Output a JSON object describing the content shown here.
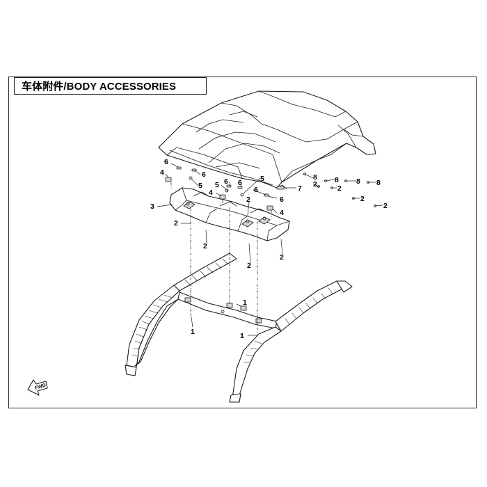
{
  "title": "车体附件/BODY ACCESSORIES",
  "direction_marker": "FWD",
  "callouts": [
    {
      "id": "c6a",
      "label": "6"
    },
    {
      "id": "c4a",
      "label": "4"
    },
    {
      "id": "c6b",
      "label": "6"
    },
    {
      "id": "c5a",
      "label": "5"
    },
    {
      "id": "c5b",
      "label": "5"
    },
    {
      "id": "c6c",
      "label": "6"
    },
    {
      "id": "c6d",
      "label": "6"
    },
    {
      "id": "c4b",
      "label": "4"
    },
    {
      "id": "c5c",
      "label": "5"
    },
    {
      "id": "c6e",
      "label": "6"
    },
    {
      "id": "c6f",
      "label": "6"
    },
    {
      "id": "c4c",
      "label": "4"
    },
    {
      "id": "c3",
      "label": "3"
    },
    {
      "id": "c2a",
      "label": "2"
    },
    {
      "id": "c2b",
      "label": "2"
    },
    {
      "id": "c2c",
      "label": "2"
    },
    {
      "id": "c2d",
      "label": "2"
    },
    {
      "id": "c2e",
      "label": "2"
    },
    {
      "id": "c7",
      "label": "7"
    },
    {
      "id": "c8a",
      "label": "8"
    },
    {
      "id": "c2f",
      "label": "2"
    },
    {
      "id": "c8b",
      "label": "8"
    },
    {
      "id": "c2g",
      "label": "2"
    },
    {
      "id": "c8c",
      "label": "8"
    },
    {
      "id": "c2h",
      "label": "2"
    },
    {
      "id": "c8d",
      "label": "8"
    },
    {
      "id": "c2i",
      "label": "2"
    },
    {
      "id": "c1a",
      "label": "1"
    },
    {
      "id": "c1b",
      "label": "1"
    },
    {
      "id": "c1c",
      "label": "1"
    }
  ]
}
